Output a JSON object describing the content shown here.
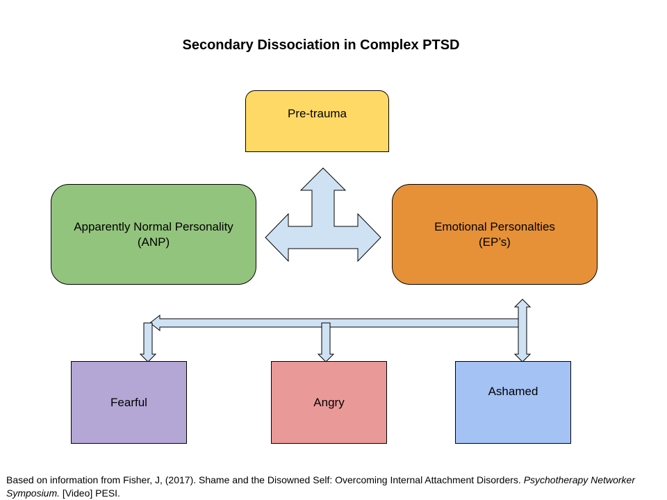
{
  "title": "Secondary Dissociation in Complex PTSD",
  "nodes": {
    "pretrauma": {
      "label": "Pre-trauma",
      "color": "#ffd966"
    },
    "anp": {
      "line1": "Apparently Normal Personality",
      "line2": "(ANP)",
      "color": "#93c47d"
    },
    "eps": {
      "line1": "Emotional Personalties",
      "line2": "(EP’s)",
      "color": "#e69138"
    },
    "fearful": {
      "label": "Fearful",
      "color": "#b4a7d6"
    },
    "angry": {
      "label": "Angry",
      "color": "#ea9999"
    },
    "ashamed": {
      "label": "Ashamed",
      "color": "#a4c2f4"
    }
  },
  "arrow_color": "#cfe2f3",
  "citation": {
    "part1": "Based on information from Fisher, J, (2017). Shame and the Disowned Self: Overcoming Internal Attachment Disorders. ",
    "italic": "Psychotherapy Networker Symposium.",
    "part2": " [Video] PESI."
  }
}
